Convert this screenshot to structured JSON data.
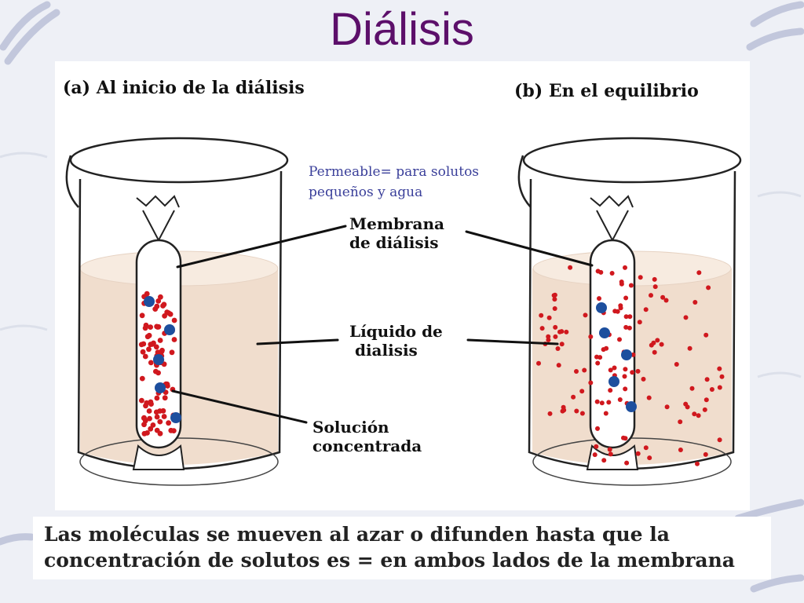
{
  "slide": {
    "title": "Diálisis",
    "caption": "Las moléculas se mueven al azar o difunden hasta que la concentración de solutos es = en ambos lados de la membrana"
  },
  "diagram": {
    "panel_a_label": "(a) Al inicio de la diálisis",
    "panel_b_label": "(b) En el equilibrio",
    "note": {
      "line1": "Permeable= para solutos",
      "line2": "pequeños  y agua"
    },
    "labels": {
      "membrane": {
        "line1": "Membrana",
        "line2": "de  diálisis"
      },
      "liquid": {
        "line1": "Líquido de",
        "line2": " dialisis"
      },
      "solution": {
        "line1": "Solución",
        "line2": "concentrada"
      }
    }
  },
  "colors": {
    "title": "#5c0f6a",
    "note": "#3a3f9a",
    "liquid": "#f0ddcd",
    "small_solute": "#d0181e",
    "large_solute": "#1d4f9e"
  }
}
